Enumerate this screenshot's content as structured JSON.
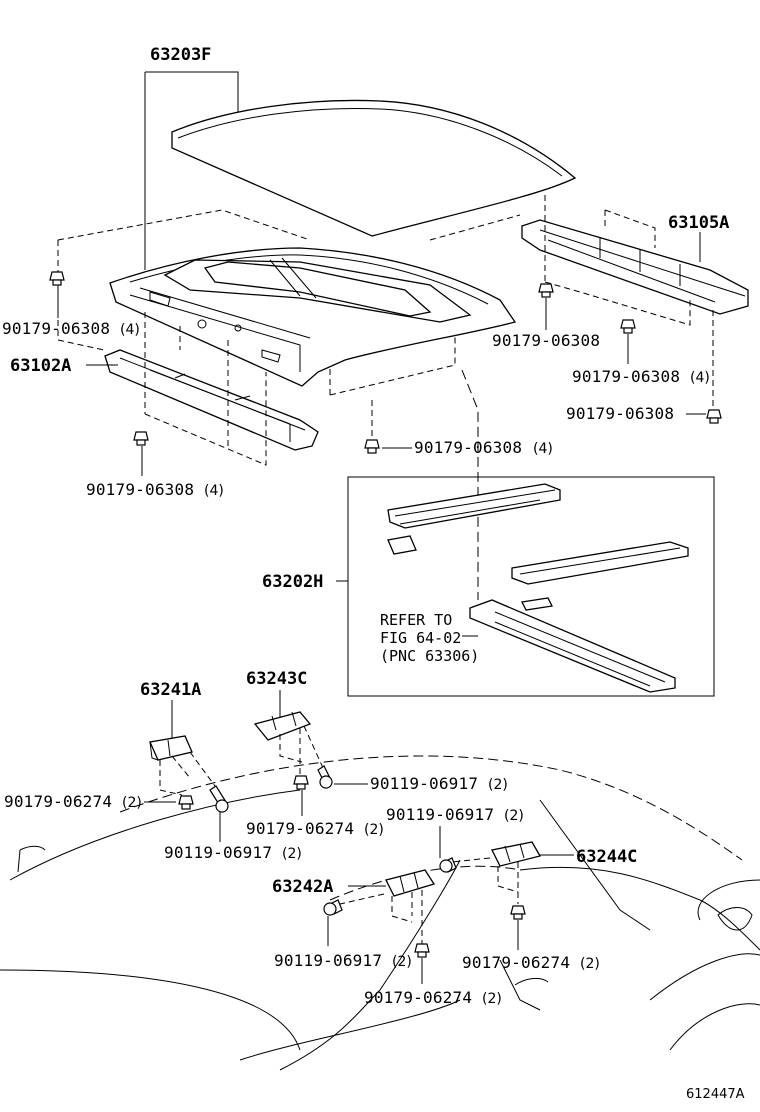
{
  "labels": {
    "roof_panel": "63203F",
    "roof_rail_rear": "63105A",
    "roof_rail_front": "63102A",
    "sunroof_housing": "63202H",
    "bracket_a": "63241A",
    "bracket_c": "63243C",
    "bracket_b": "63242A",
    "bracket_d": "63244C",
    "clip_ul": "90179-06308",
    "clip_ul_qty": "(4)",
    "clip_rr1": "90179-06308",
    "clip_rr2": "90179-06308",
    "clip_rr2_qty": "(4)",
    "clip_rr3": "90179-06308",
    "clip_mid": "90179-06308",
    "clip_mid_qty": "(4)",
    "clip_fr": "90179-06308",
    "clip_fr_qty": "(4)",
    "nut_a": "90179-06274",
    "nut_a_qty": "(2)",
    "bolt_a": "90119-06917",
    "bolt_a_qty": "(2)",
    "bolt_c": "90119-06917",
    "bolt_c_qty": "(2)",
    "nut_c": "90179-06274",
    "nut_c_qty": "(2)",
    "bolt_d": "90119-06917",
    "bolt_d_qty": "(2)",
    "bolt_b": "90119-06917",
    "bolt_b_qty": "(2)",
    "nut_d": "90179-06274",
    "nut_d_qty": "(2)",
    "nut_b": "90179-06274",
    "nut_b_qty": "(2)"
  },
  "refer_note": {
    "line1": "REFER TO",
    "line2": "FIG 64-02",
    "line3": "(PNC 63306)"
  },
  "figure_id": "612447A"
}
